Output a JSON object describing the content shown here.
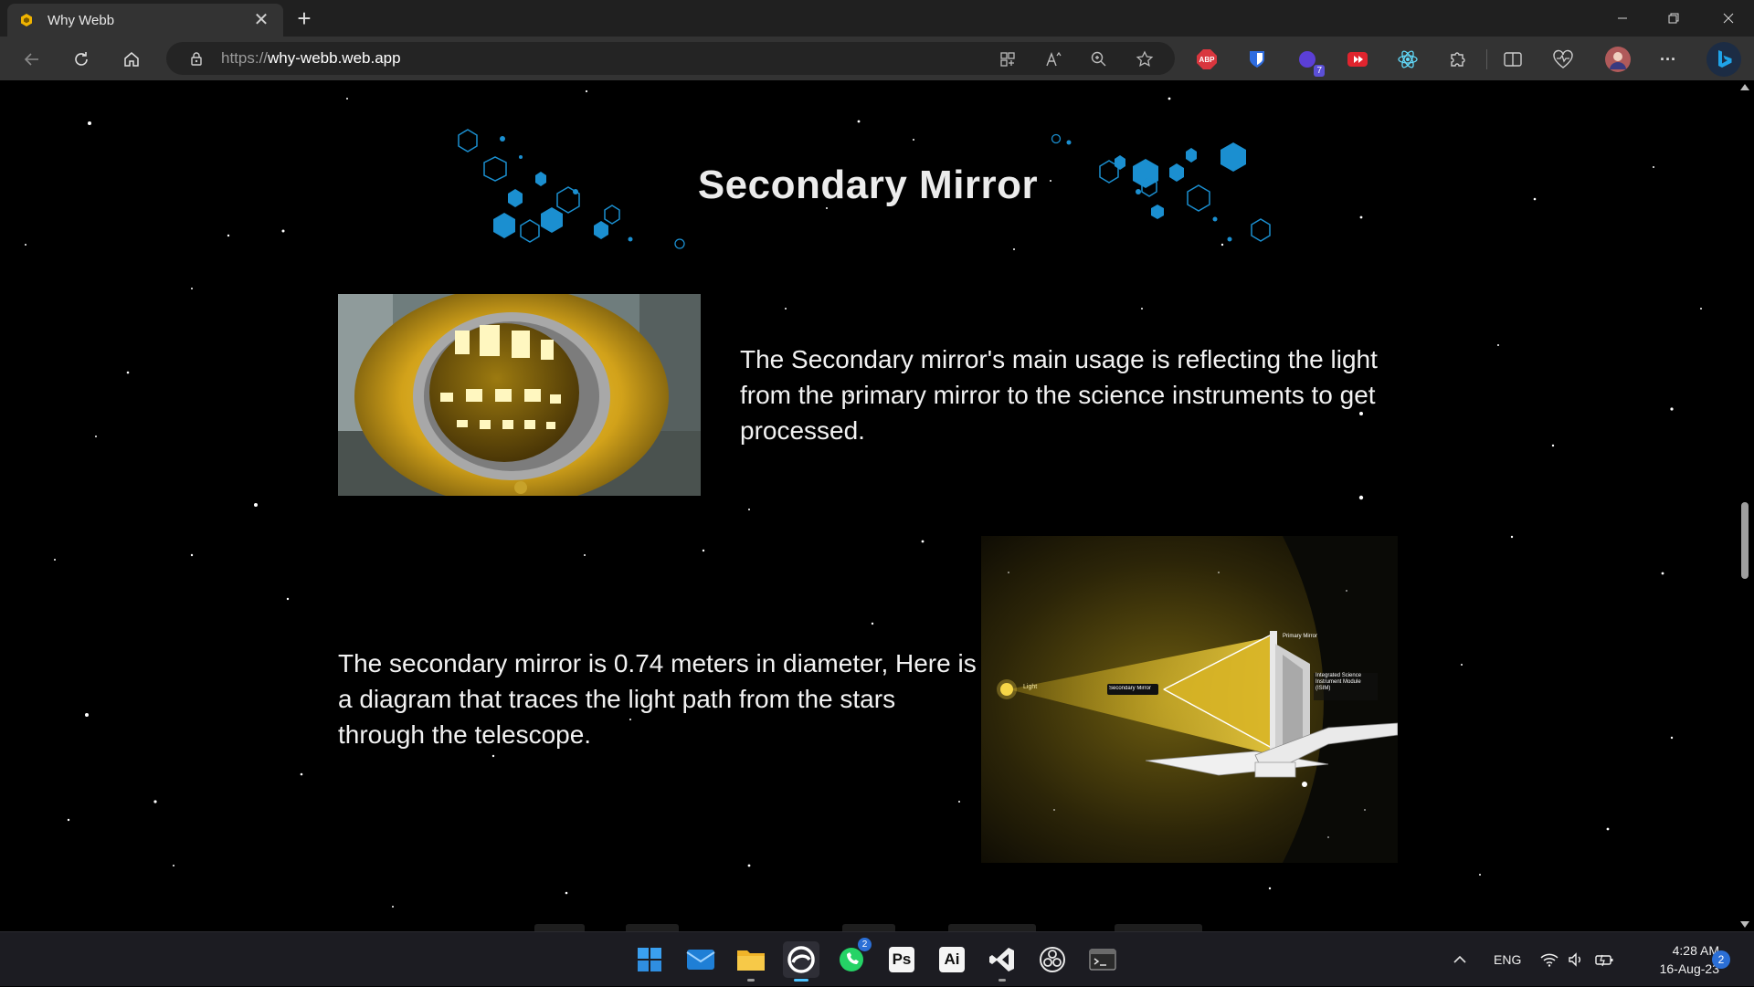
{
  "browser": {
    "tab_title": "Why Webb",
    "tab_close": "✕",
    "new_tab": "+",
    "url_scheme": "https://",
    "url_host": "why-webb.web.app",
    "extensions": [
      "ABP",
      "shield",
      "7",
      "video",
      "react",
      "puzzle"
    ],
    "ext_abp_label": "ABP",
    "ext_badge_count": "7",
    "more_label": "···"
  },
  "page": {
    "title": "Secondary Mirror",
    "paragraph_1": "The Secondary mirror's main usage is reflecting the light from the primary mirror to the science instruments to get processed.",
    "paragraph_2": "The secondary mirror is 0.74 meters in diameter, Here is a diagram that traces the light path from the stars through the telescope.",
    "diagram_labels": {
      "primary": "Primary Mirror",
      "secondary": "Secondary Mirror",
      "isim": "Integrated Science Instrument Module (ISIM)",
      "light": "Light"
    }
  },
  "taskbar": {
    "apps": [
      "start",
      "mail",
      "file-explorer",
      "edge",
      "whatsapp",
      "photoshop",
      "illustrator",
      "vscode",
      "obs",
      "terminal"
    ],
    "whatsapp_badge": "2",
    "ps_label": "Ps",
    "ai_label": "Ai",
    "language": "ENG",
    "time": "4:28 AM",
    "date": "16-Aug-23",
    "notifications": "2"
  },
  "colors": {
    "accent_blue": "#1b9bd8",
    "gold": "#d4a017",
    "chrome_dark": "#202020",
    "toolbar": "#333333"
  }
}
